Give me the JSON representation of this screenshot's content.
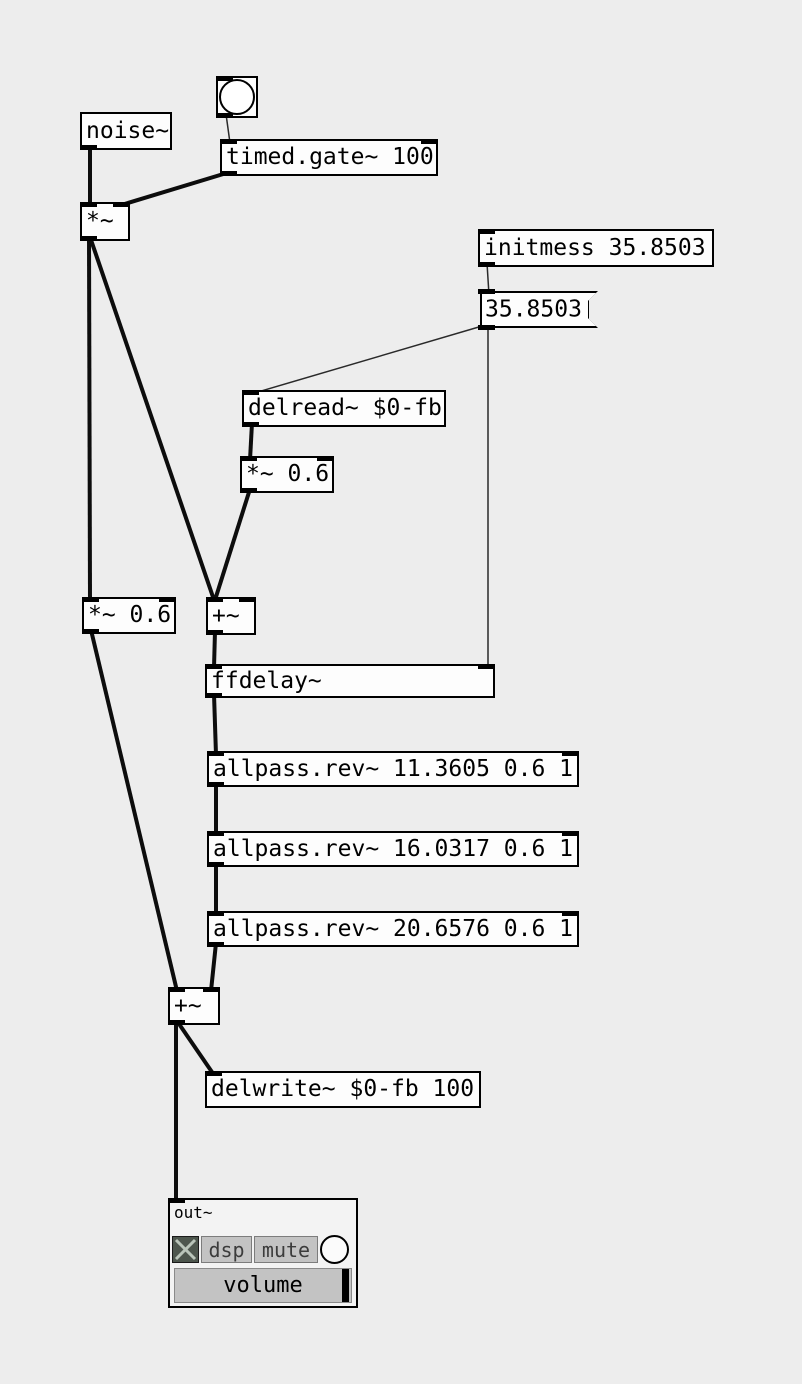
{
  "patch": {
    "background": "#ededed",
    "objects": {
      "noise": "noise~",
      "timed_gate": "timed.gate~ 100",
      "mul_sig": "*~",
      "initmess": "initmess 35.8503",
      "delay_time_msg": "35.8503",
      "delread": "delread~ $0-fb",
      "mul_feedback": "*~ 0.6",
      "mul_dry": "*~ 0.6",
      "add_pre": "+~",
      "ffdelay": "ffdelay~",
      "allpass1": "allpass.rev~ 11.3605 0.6 1",
      "allpass2": "allpass.rev~ 16.0317 0.6 1",
      "allpass3": "allpass.rev~ 20.6576 0.6 1",
      "add_out": "+~",
      "delwrite": "delwrite~ $0-fb 100"
    },
    "out_panel": {
      "title": "out~",
      "dsp": "dsp",
      "mute": "mute",
      "volume": "volume"
    },
    "colors": {
      "box_bg": "#fdfdfd",
      "box_border": "#000000",
      "gui_gray": "#c3c3c3",
      "toggle_bg": "#4d564d",
      "toggle_x": "#b9c4b9",
      "cord": "#0d0d0d"
    }
  }
}
